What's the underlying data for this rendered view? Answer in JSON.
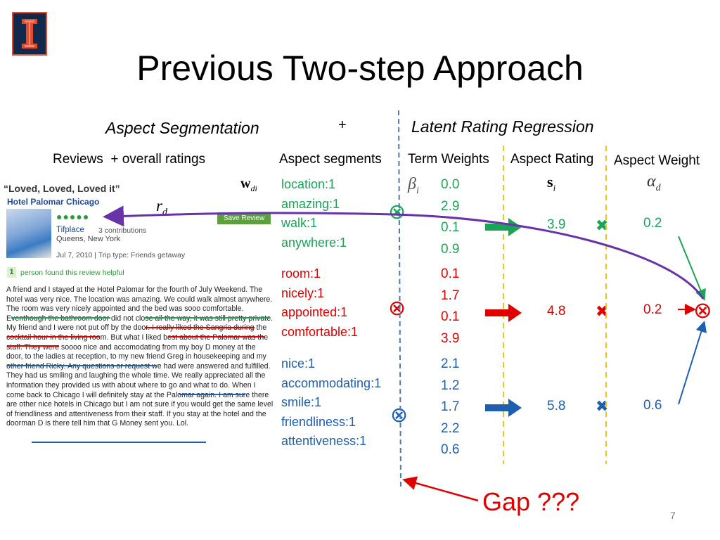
{
  "slide": {
    "title": "Previous Two-step Approach",
    "page_number": "7",
    "logo_icon": "illinois-i-logo"
  },
  "headers": {
    "aspect_segmentation": "Aspect Segmentation",
    "plus": "+",
    "latent_rating_regression": "Latent Rating Regression",
    "reviews": "Reviews  + overall ratings",
    "aspect_segments": "Aspect segments",
    "term_weights": "Term Weights",
    "aspect_rating": "Aspect Rating",
    "aspect_weight": "Aspect Weight"
  },
  "symbols": {
    "w_di": "w",
    "w_di_sub": "di",
    "r_d": "r",
    "r_d_sub": "d",
    "beta_i": "β",
    "beta_i_sub": "i",
    "s_i": "s",
    "s_i_sub": "i",
    "alpha_d": "α",
    "alpha_d_sub": "d",
    "otimes": "⊗",
    "cross": "✖"
  },
  "review": {
    "title": "“Loved, Loved, Loved it”",
    "hotel": "Hotel Palomar Chicago",
    "stars": "●●●●●",
    "save_button": "Save Review",
    "user": "Tifplace",
    "contributions": "3 contributions",
    "location": "Queens, New York",
    "date_line": "Jul 7, 2010 | Trip type: Friends getaway",
    "helpful_count": "1",
    "helpful_text": "person found this review helpful",
    "body": "A friend and I stayed at the Hotel Palomar for the fourth of July Weekend. The hotel was very nice. The location was amazing. We could walk almost anywhere. The room was very nicely appointed and the bed was sooo comfortable. Eventhough the bathroom door did not close all the way, it was still pretty private. My friend and I were not put off by the door. I really liked the Sangria during the cocktail hour in the living room. But what I liked best about the Palomar was the staff. They were soooo nice and accomodating from my boy D money at the door, to the ladies at reception, to my new friend Greg in housekeeping and my other friend Ricky. Any questions or request we had were answered and fulfilled. They had us smiling and laughing the whole time. We really appreciated all the information they provided us with about where to go and what to do. When I come back to Chicago I will definitely stay at the Palomar again. I am sure there are other nice hotels in Chicago but I am not sure if you would get the same level of friendliness and attentiveness from their staff. If you stay at the hotel and the doorman D is there tell him that G Money sent you. Lol."
  },
  "groups": [
    {
      "color": "#1aa556",
      "terms": [
        "location:1",
        "amazing:1",
        "walk:1",
        "anywhere:1"
      ],
      "weights": [
        "0.0",
        "2.9",
        "0.1",
        "0.9"
      ],
      "rating": "3.9",
      "aspect_weight": "0.2"
    },
    {
      "color": "#e00000",
      "terms": [
        "room:1",
        "nicely:1",
        "appointed:1",
        "comfortable:1"
      ],
      "weights": [
        "0.1",
        "1.7",
        "0.1",
        "3.9"
      ],
      "rating": "4.8",
      "aspect_weight": "0.2"
    },
    {
      "color": "#1f5fb0",
      "terms": [
        "nice:1",
        "accommodating:1",
        "smile:1",
        "friendliness:1",
        "attentiveness:1"
      ],
      "weights": [
        "2.1",
        "1.2",
        "1.7",
        "2.2",
        "0.6"
      ],
      "rating": "5.8",
      "aspect_weight": "0.6"
    }
  ],
  "gap_label": "Gap ???",
  "colors": {
    "green": "#1aa556",
    "red": "#e00000",
    "blue": "#1f5fb0",
    "purple": "#6a32a8",
    "divider_blue": "#4a7ab8",
    "divider_yellow": "#f0c419"
  }
}
